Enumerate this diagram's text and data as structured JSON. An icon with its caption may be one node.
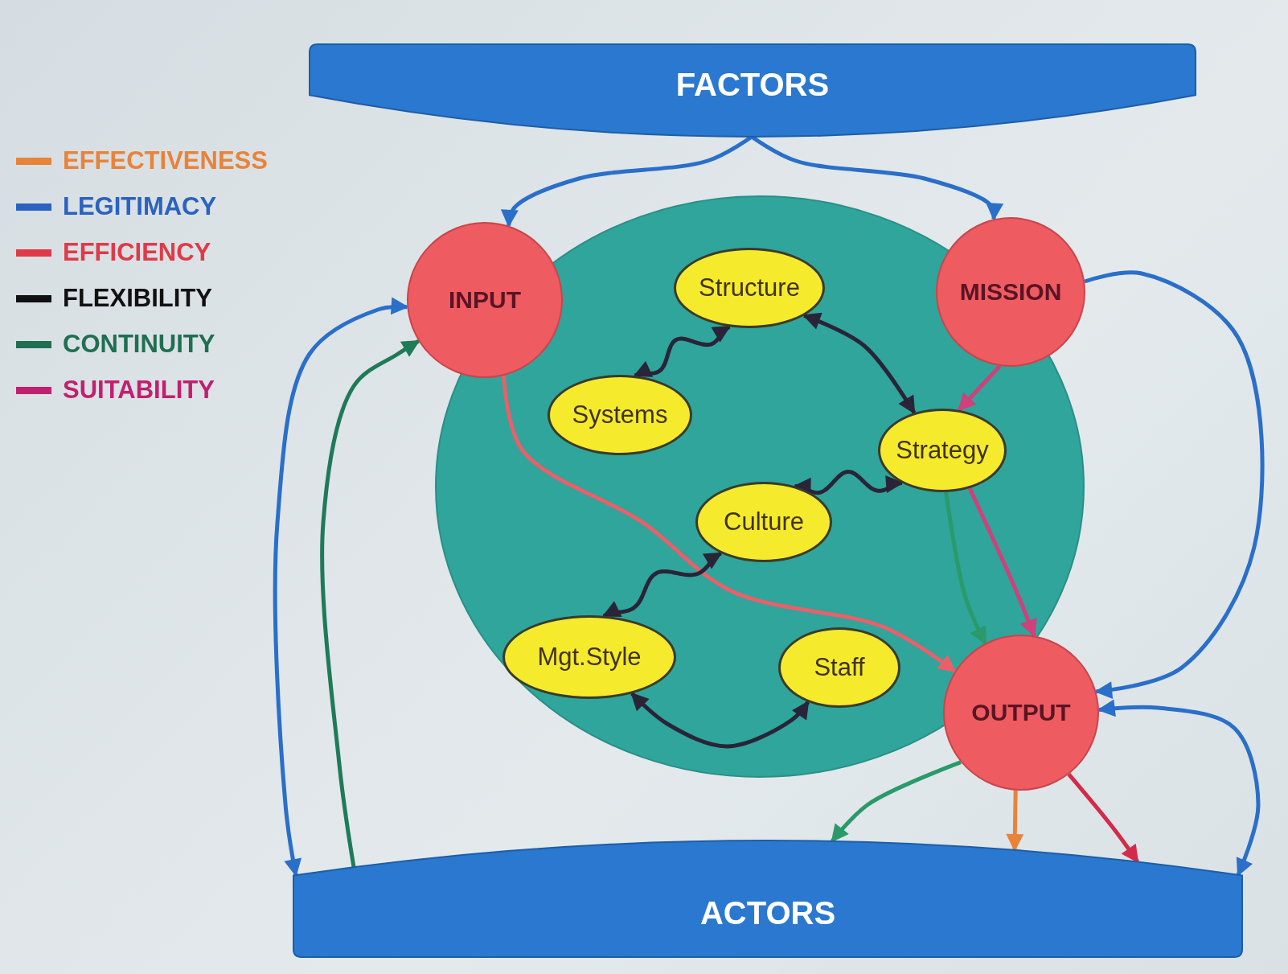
{
  "diagram": {
    "nodes": [
      {
        "text": [
          "FACTORS"
        ]
      },
      {
        "text": [
          "ACTORS"
        ]
      },
      {
        "text": [],
        "shape": "circle"
      },
      {
        "text": [
          "INPUT"
        ]
      },
      {
        "text": [
          "MISSION"
        ]
      },
      {
        "text": [
          "Structure"
        ],
        "in": 2
      },
      {
        "text": [
          "Systems"
        ],
        "in": 2
      },
      {
        "text": [
          "Strategy"
        ],
        "in": 2
      },
      {
        "text": [
          "Culture"
        ],
        "in": 2
      },
      {
        "text": [
          "Mgt.Style"
        ],
        "in": 2
      },
      {
        "text": [
          "Staff"
        ],
        "in": 2
      },
      {
        "text": [
          "OUTPUT"
        ]
      }
    ],
    "edges": [
      {
        "from": 0,
        "to": 3,
        "arrow": "to"
      },
      {
        "from": 0,
        "to": 4,
        "arrow": "to"
      },
      {
        "from": 4,
        "to": 11,
        "arrow": "to"
      },
      {
        "from": 1,
        "to": 3,
        "arrow": "both"
      },
      {
        "from": 1,
        "to": 3,
        "arrow": "to",
        "color": "#1f7a58"
      },
      {
        "from": 1,
        "to": 11,
        "arrow": "both"
      },
      {
        "from": 3,
        "to": 11,
        "arrow": "to",
        "color": "#e8606a"
      },
      {
        "from": 6,
        "to": 5,
        "arrow": "both",
        "color": "#2a2438"
      },
      {
        "from": 5,
        "to": 7,
        "arrow": "both",
        "color": "#2a2438"
      },
      {
        "from": 8,
        "to": 7,
        "arrow": "both",
        "color": "#2a2438"
      },
      {
        "from": 9,
        "to": 8,
        "arrow": "both",
        "color": "#2a2438"
      },
      {
        "from": 9,
        "to": 10,
        "arrow": "both",
        "color": "#2a2438"
      },
      {
        "from": 4,
        "to": 7,
        "arrow": "to",
        "color": "#d0407a"
      },
      {
        "from": 7,
        "to": 11,
        "arrow": "to",
        "color": "#d0407a"
      },
      {
        "from": 7,
        "to": 11,
        "arrow": "to",
        "color": "#2a9a6a"
      },
      {
        "from": 11,
        "to": 1,
        "arrow": "to",
        "color": "#2a9a6a"
      },
      {
        "from": 11,
        "to": 1,
        "arrow": "to",
        "color": "#e8833a"
      },
      {
        "from": 11,
        "to": 1,
        "arrow": "to",
        "color": "#d42a4a"
      }
    ],
    "legend": [
      {
        "text": "EFFECTIVENESS",
        "color": "#e8833a"
      },
      {
        "text": "LEGITIMACY",
        "color": "#2a62c0"
      },
      {
        "text": "EFFICIENCY",
        "color": "#e03a48"
      },
      {
        "text": "FLEXIBILITY",
        "color": "#111111"
      },
      {
        "text": "CONTINUITY",
        "color": "#1f6f50"
      },
      {
        "text": "SUITABILITY",
        "color": "#c02070"
      }
    ]
  }
}
